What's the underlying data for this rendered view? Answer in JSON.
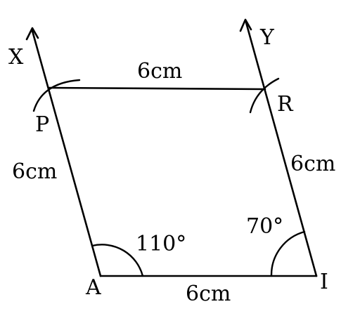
{
  "diagram": {
    "rays": {
      "x_label": "X",
      "y_label": "Y"
    },
    "vertices": {
      "a": "A",
      "i": "I",
      "r": "R",
      "p": "P"
    },
    "sides": {
      "ai": "6cm",
      "ap": "6cm",
      "ir": "6cm",
      "pr": "6cm"
    },
    "angles": {
      "a": "110°",
      "i": "70°"
    },
    "colors": {
      "ink": "#000000",
      "background": "#ffffff"
    }
  }
}
